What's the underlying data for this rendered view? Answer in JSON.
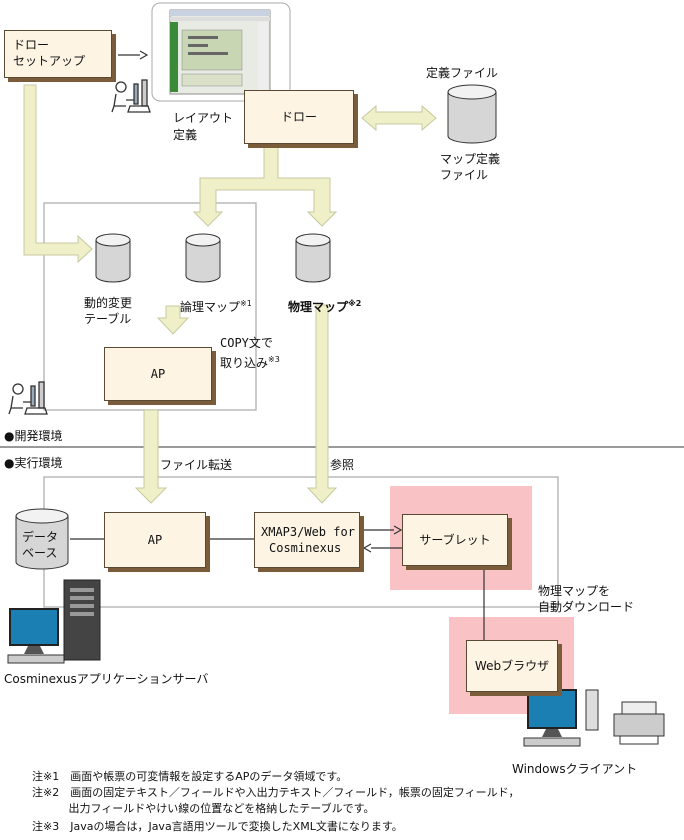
{
  "top": {
    "draw_setup": [
      "ドロー",
      "セットアップ"
    ],
    "layout_def": [
      "レイアウト",
      "定義"
    ],
    "draw": "ドロー",
    "def_file_label": "定義ファイル",
    "map_def_file": [
      "マップ定義",
      "ファイル"
    ]
  },
  "dev": {
    "dynamic_table": [
      "動的変更",
      "テーブル"
    ],
    "logical_map": "論理マップ",
    "logical_mark": "※1",
    "physical_map": "物理マップ",
    "physical_mark": "※2",
    "copy_text": [
      "COPY文で",
      "取り込み"
    ],
    "copy_mark": "※3",
    "ap": "AP",
    "env_label": "●開発環境"
  },
  "run": {
    "env_label": "●実行環境",
    "file_transfer": "ファイル転送",
    "reference": "参照",
    "database": [
      "データ",
      "ベース"
    ],
    "ap": "AP",
    "xmap": [
      "XMAP3/Web for",
      "Cosminexus"
    ],
    "servlet": "サーブレット",
    "auto_download": [
      "物理マップを",
      "自動ダウンロード"
    ],
    "browser": "Webブラウザ",
    "app_server": "Cosminexusアプリケーションサーバ",
    "windows_client": "Windowsクライアント"
  },
  "notes": [
    "注※1　画面や帳票の可変情報を設定するAPのデータ領域です。",
    "注※2　画面の固定テキスト／フィールドや入出力テキスト／フィールド，帳票の固定フィールド，",
    "　　　 出力フィールドやけい線の位置などを格納したテーブルです。",
    "注※3　Javaの場合は，Java言語用ツールで変換したXML文書になります。"
  ],
  "colors": {
    "arrow_fill": "#f0f0c8",
    "box_fill": "#fdf4e3",
    "box_shadow": "#7a5c3a",
    "highlight": "#f9c3c6"
  }
}
